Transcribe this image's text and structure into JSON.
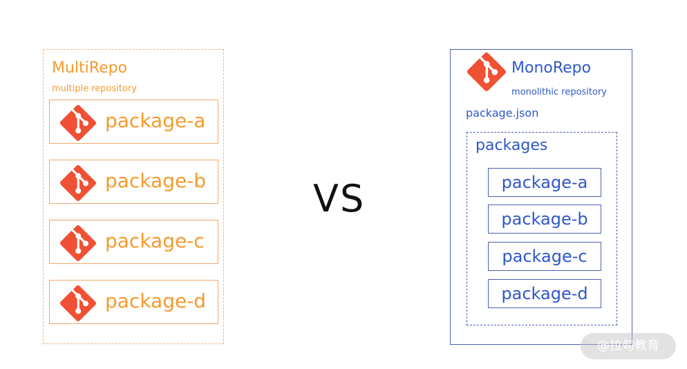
{
  "colors": {
    "multirepo_accent": "#f59a2c",
    "monorepo_accent": "#2f57c9",
    "git_logo": "#f05033"
  },
  "multirepo": {
    "title": "MultiRepo",
    "subtitle": "multiple repository",
    "icon": "git-logo-icon",
    "packages": [
      "package-a",
      "package-b",
      "package-c",
      "package-d"
    ]
  },
  "vs_label": "VS",
  "monorepo": {
    "title": "MonoRepo",
    "subtitle": "monolithic repository",
    "icon": "git-logo-icon",
    "package_json": "package.json",
    "packages_folder": {
      "title": "packages",
      "packages": [
        "package-a",
        "package-b",
        "package-c",
        "package-d"
      ]
    }
  },
  "watermark": "@拉勾教育"
}
